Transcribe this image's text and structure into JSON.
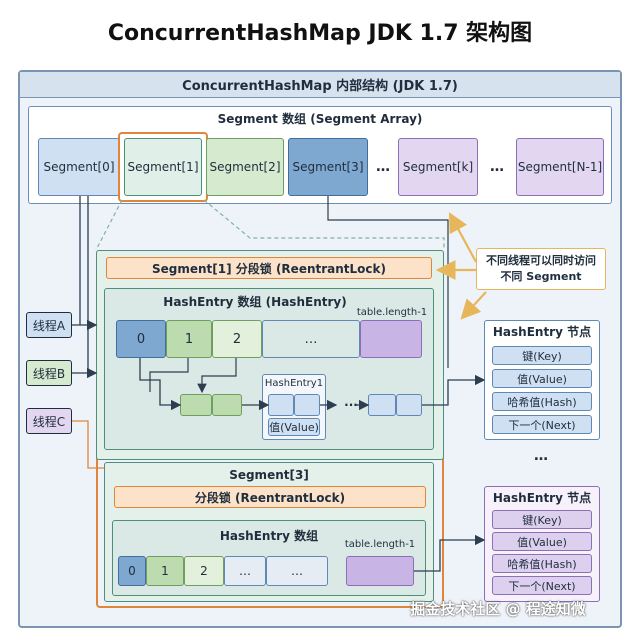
{
  "title": "ConcurrentHashMap JDK 1.7 架构图",
  "outer_title": "ConcurrentHashMap 内部结构 (JDK 1.7)",
  "segment_array": {
    "title": "Segment 数组 (Segment Array)",
    "cells": [
      "Segment[0]",
      "Segment[1]",
      "Segment[2]",
      "Segment[3]",
      "…",
      "Segment[k]",
      "…",
      "Segment[N-1]"
    ]
  },
  "callout": "不同线程可以同时访问\n不同 Segment",
  "segment1": {
    "lock": "Segment[1]  分段锁 (ReentrantLock)",
    "hash_title": "HashEntry 数组 (HashEntry)",
    "table_end": "table.length-1",
    "cells": [
      "0",
      "1",
      "2",
      "…",
      ""
    ],
    "entry_label": "HashEntry1",
    "entry_value": "值(Value)",
    "chain_dots": "···"
  },
  "threads": [
    "线程A",
    "线程B",
    "线程C"
  ],
  "segment3": {
    "title": "Segment[3]",
    "lock": "分段锁 (ReentrantLock)",
    "hash_title": "HashEntry 数组",
    "table_end": "table.length-1",
    "cells": [
      "0",
      "1",
      "2",
      "…",
      "…"
    ]
  },
  "node1": {
    "title": "HashEntry 节点",
    "fields": [
      "键(Key)",
      "值(Value)",
      "哈希值(Hash)",
      "下一个(Next)"
    ]
  },
  "node_gap": "…",
  "node2": {
    "title": "HashEntry 节点",
    "fields": [
      "键(Key)",
      "值(Value)",
      "哈希值(Hash)",
      "下一个(Next)"
    ]
  },
  "watermark": "掘金技术社区 @ 程途知微",
  "colors": {
    "blue": "#cfe0f3",
    "green": "#d6ead0",
    "purple": "#e2d6f0",
    "orange": "#e0863a",
    "teal": "#4f8f7a"
  }
}
